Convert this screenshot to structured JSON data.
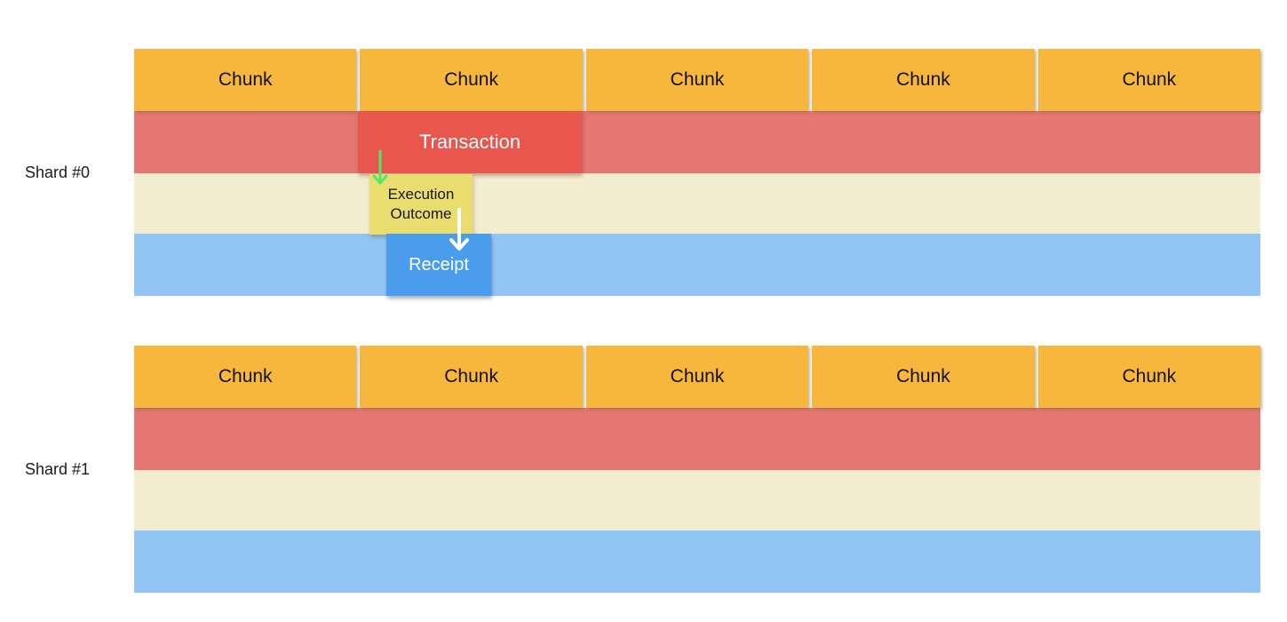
{
  "diagram": {
    "kind": "blockchain-sharding-lanes",
    "background": "#FFFFFF"
  },
  "palette": {
    "chunk_orange": "#F6B73C",
    "transactions_band_red": "#E57672",
    "outcomes_band_cream": "#F2EDCF",
    "receipts_band_blue": "#93C5F4",
    "transaction_box_red": "#E8564D",
    "execution_outcome_box_yellow": "#EADD70",
    "receipt_box_blue": "#4A9CEC",
    "arrow_green": "#4FE76C",
    "arrow_white": "#FFFFFF",
    "label_text": "#1C1C1C"
  },
  "shards": [
    {
      "label": "Shard #0",
      "chunks": [
        "Chunk",
        "Chunk",
        "Chunk",
        "Chunk",
        "Chunk"
      ],
      "transaction": {
        "label": "Transaction"
      },
      "execution_outcome": {
        "line1": "Execution",
        "line2": "Outcome"
      },
      "receipt": {
        "label": "Receipt"
      }
    },
    {
      "label": "Shard #1",
      "chunks": [
        "Chunk",
        "Chunk",
        "Chunk",
        "Chunk",
        "Chunk"
      ]
    }
  ]
}
